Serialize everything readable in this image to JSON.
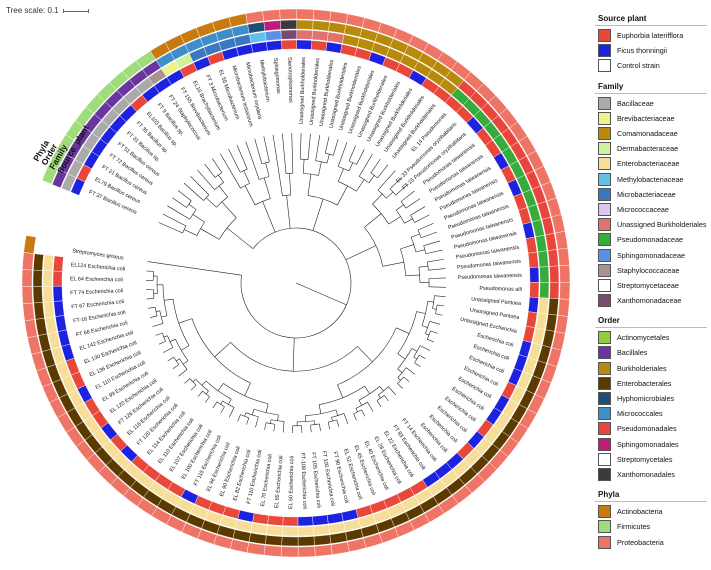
{
  "scale": {
    "label": "Tree scale: 0.1"
  },
  "ring_labels": {
    "phyla": "Phyla",
    "order": "Order",
    "family": "Family",
    "source": "Source_plant"
  },
  "legend": {
    "source_plant": {
      "title": "Source plant",
      "items": [
        {
          "label": "Euphorbia laterifflora",
          "color": "#e8473a"
        },
        {
          "label": "Ficus thonningii",
          "color": "#1d22e0"
        },
        {
          "label": "Control strain",
          "color": "#ffffff"
        }
      ]
    },
    "family": {
      "title": "Family",
      "items": [
        {
          "label": "Bacillaceae",
          "color": "#aaaaaa"
        },
        {
          "label": "Brevibacteriaceae",
          "color": "#eef28a"
        },
        {
          "label": "Comamonadaceae",
          "color": "#b88a0c"
        },
        {
          "label": "Dermabacteraceae",
          "color": "#cdf29a"
        },
        {
          "label": "Enterobacteriaceae",
          "color": "#f6dd98"
        },
        {
          "label": "Methylobacteriaceae",
          "color": "#62bfe8"
        },
        {
          "label": "Microbacteriaceae",
          "color": "#3a77c2"
        },
        {
          "label": "Micrococcaceae",
          "color": "#d8c8ef"
        },
        {
          "label": "Unassigned Burkholderiales",
          "color": "#e07272"
        },
        {
          "label": "Pseudomonadaceae",
          "color": "#37ac3c"
        },
        {
          "label": "Sphingomonadaceae",
          "color": "#5e8fe6"
        },
        {
          "label": "Staphylococcaceae",
          "color": "#a8948c"
        },
        {
          "label": "Streptomycetaceae",
          "color": "#ffffff"
        },
        {
          "label": "Xanthomonadaceae",
          "color": "#7a4a72"
        }
      ]
    },
    "order": {
      "title": "Order",
      "items": [
        {
          "label": "Actinomycetales",
          "color": "#8ccf3c"
        },
        {
          "label": "Bacillales",
          "color": "#6b35a0"
        },
        {
          "label": "Burkholderiales",
          "color": "#b88a0c"
        },
        {
          "label": "Enterobacterales",
          "color": "#5b3a00"
        },
        {
          "label": "Hyphomicrobiales",
          "color": "#1f4e79"
        },
        {
          "label": "Micrococcales",
          "color": "#3d8ec9"
        },
        {
          "label": "Pseudomonadales",
          "color": "#e8453c"
        },
        {
          "label": "Sphingomonadales",
          "color": "#c21a78"
        },
        {
          "label": "Streptomycetales",
          "color": "#ffffff"
        },
        {
          "label": "Xanthomonadales",
          "color": "#3a3a3a"
        }
      ]
    },
    "phyla": {
      "title": "Phyla",
      "items": [
        {
          "label": "Actinobacteria",
          "color": "#c87a10"
        },
        {
          "label": "Firmicutes",
          "color": "#a0dc7c"
        },
        {
          "label": "Proteobacteria",
          "color": "#ee7466"
        }
      ]
    }
  },
  "leaves": [
    {
      "label": "FT 37 Bacillus cereus",
      "src": "#1d22e0",
      "fam": "#aaaaaa",
      "ord": "#6b35a0",
      "phy": "#a0dc7c"
    },
    {
      "label": "EL79 Bacillus cereus",
      "src": "#e8473a",
      "fam": "#aaaaaa",
      "ord": "#6b35a0",
      "phy": "#a0dc7c"
    },
    {
      "label": "FT 21 Bacillus cereus",
      "src": "#1d22e0",
      "fam": "#aaaaaa",
      "ord": "#6b35a0",
      "phy": "#a0dc7c"
    },
    {
      "label": "FT 72 Bacillus cereus",
      "src": "#1d22e0",
      "fam": "#aaaaaa",
      "ord": "#6b35a0",
      "phy": "#a0dc7c"
    },
    {
      "label": "FT 51 Bacillus cereus",
      "src": "#1d22e0",
      "fam": "#aaaaaa",
      "ord": "#6b35a0",
      "phy": "#a0dc7c"
    },
    {
      "label": "FT 31 Bacillus sp.",
      "src": "#1d22e0",
      "fam": "#aaaaaa",
      "ord": "#6b35a0",
      "phy": "#a0dc7c"
    },
    {
      "label": "FT 35 Bacillus sp.",
      "src": "#1d22e0",
      "fam": "#aaaaaa",
      "ord": "#6b35a0",
      "phy": "#a0dc7c"
    },
    {
      "label": "EL103 Bacillus sp.",
      "src": "#e8473a",
      "fam": "#aaaaaa",
      "ord": "#6b35a0",
      "phy": "#a0dc7c"
    },
    {
      "label": "FT 9 Bacillus sp.",
      "src": "#1d22e0",
      "fam": "#aaaaaa",
      "ord": "#6b35a0",
      "phy": "#a0dc7c"
    },
    {
      "label": "FT 24 Staphylococcus",
      "src": "#1d22e0",
      "fam": "#a8948c",
      "ord": "#6b35a0",
      "phy": "#a0dc7c"
    },
    {
      "label": "FT 155 Brevibacterium",
      "src": "#1d22e0",
      "fam": "#eef28a",
      "ord": "#3d8ec9",
      "phy": "#c87a10"
    },
    {
      "label": "EL16 Brachybacterium",
      "src": "#e8473a",
      "fam": "#cdf29a",
      "ord": "#3d8ec9",
      "phy": "#c87a10"
    },
    {
      "label": "FT 3 Microbacterium",
      "src": "#1d22e0",
      "fam": "#3a77c2",
      "ord": "#3d8ec9",
      "phy": "#c87a10"
    },
    {
      "label": "EL 55 Microbacterium",
      "src": "#e8473a",
      "fam": "#3a77c2",
      "ord": "#3d8ec9",
      "phy": "#c87a10"
    },
    {
      "label": "Microbacterium testaceum",
      "src": "#1d22e0",
      "fam": "#3a77c2",
      "ord": "#3d8ec9",
      "phy": "#c87a10"
    },
    {
      "label": "Microbacterium oxydans",
      "src": "#1d22e0",
      "fam": "#3a77c2",
      "ord": "#3d8ec9",
      "phy": "#c87a10"
    },
    {
      "label": "Methylobacterium",
      "src": "#1d22e0",
      "fam": "#62bfe8",
      "ord": "#1f4e79",
      "phy": "#ee7466"
    },
    {
      "label": "Sphingomonas",
      "src": "#1d22e0",
      "fam": "#5e8fe6",
      "ord": "#c21a78",
      "phy": "#ee7466"
    },
    {
      "label": "Stenotrophomonas",
      "src": "#e8473a",
      "fam": "#7a4a72",
      "ord": "#3a3a3a",
      "phy": "#ee7466"
    },
    {
      "label": "Unassigned Burkholderiales",
      "src": "#1d22e0",
      "fam": "#e07272",
      "ord": "#b88a0c",
      "phy": "#ee7466"
    },
    {
      "label": "Unassigned Burkholderiales",
      "src": "#e8473a",
      "fam": "#e07272",
      "ord": "#b88a0c",
      "phy": "#ee7466"
    },
    {
      "label": "Unassigned Burkholderiales",
      "src": "#1d22e0",
      "fam": "#e07272",
      "ord": "#b88a0c",
      "phy": "#ee7466"
    },
    {
      "label": "Unassigned Burkholderiales",
      "src": "#e8473a",
      "fam": "#b88a0c",
      "ord": "#b88a0c",
      "phy": "#ee7466"
    },
    {
      "label": "Unassigned Burkholderiales",
      "src": "#e8473a",
      "fam": "#b88a0c",
      "ord": "#b88a0c",
      "phy": "#ee7466"
    },
    {
      "label": "Unassigned Burkholderiales",
      "src": "#1d22e0",
      "fam": "#b88a0c",
      "ord": "#b88a0c",
      "phy": "#ee7466"
    },
    {
      "label": "Unassigned Burkholderiales",
      "src": "#e8473a",
      "fam": "#b88a0c",
      "ord": "#b88a0c",
      "phy": "#ee7466"
    },
    {
      "label": "Unassigned Burkholderiales",
      "src": "#e8473a",
      "fam": "#b88a0c",
      "ord": "#b88a0c",
      "phy": "#ee7466"
    },
    {
      "label": "Unassigned Burkholderiales",
      "src": "#1d22e0",
      "fam": "#b88a0c",
      "ord": "#b88a0c",
      "phy": "#ee7466"
    },
    {
      "label": "Unassigned Burkholderiales",
      "src": "#e8473a",
      "fam": "#b88a0c",
      "ord": "#b88a0c",
      "phy": "#ee7466"
    },
    {
      "label": "Unassigned Burkholderiales",
      "src": "#e8473a",
      "fam": "#b88a0c",
      "ord": "#b88a0c",
      "phy": "#ee7466"
    },
    {
      "label": "EL 14 Pseudomonas",
      "src": "#e8473a",
      "fam": "#37ac3c",
      "ord": "#e8453c",
      "phy": "#ee7466"
    },
    {
      "label": "EL 33 Pseudomonas oryzihabitans",
      "src": "#e8473a",
      "fam": "#37ac3c",
      "ord": "#e8453c",
      "phy": "#ee7466"
    },
    {
      "label": "FT 15 Pseudomonas oryzihabitans",
      "src": "#1d22e0",
      "fam": "#37ac3c",
      "ord": "#e8453c",
      "phy": "#ee7466"
    },
    {
      "label": "Pseudomonas taiwanensis",
      "src": "#e8473a",
      "fam": "#37ac3c",
      "ord": "#e8453c",
      "phy": "#ee7466"
    },
    {
      "label": "Pseudomonas taiwanensis",
      "src": "#e8473a",
      "fam": "#37ac3c",
      "ord": "#e8453c",
      "phy": "#ee7466"
    },
    {
      "label": "Pseudomonas taiwanensis",
      "src": "#1d22e0",
      "fam": "#37ac3c",
      "ord": "#e8453c",
      "phy": "#ee7466"
    },
    {
      "label": "Pseudomonas taiwanensis",
      "src": "#e8473a",
      "fam": "#37ac3c",
      "ord": "#e8453c",
      "phy": "#ee7466"
    },
    {
      "label": "Pseudomonas taiwanensis",
      "src": "#1d22e0",
      "fam": "#37ac3c",
      "ord": "#e8453c",
      "phy": "#ee7466"
    },
    {
      "label": "Pseudomonas taiwanensis",
      "src": "#e8473a",
      "fam": "#37ac3c",
      "ord": "#e8453c",
      "phy": "#ee7466"
    },
    {
      "label": "Pseudomonas taiwanensis",
      "src": "#e8473a",
      "fam": "#37ac3c",
      "ord": "#e8453c",
      "phy": "#ee7466"
    },
    {
      "label": "Pseudomonas taiwanensis",
      "src": "#1d22e0",
      "fam": "#37ac3c",
      "ord": "#e8453c",
      "phy": "#ee7466"
    },
    {
      "label": "Pseudomonas taiwanensis",
      "src": "#e8473a",
      "fam": "#37ac3c",
      "ord": "#e8453c",
      "phy": "#ee7466"
    },
    {
      "label": "Pseudomonas taiwanensis",
      "src": "#e8473a",
      "fam": "#37ac3c",
      "ord": "#e8453c",
      "phy": "#ee7466"
    },
    {
      "label": "Pseudomonas taiwanensis",
      "src": "#1d22e0",
      "fam": "#37ac3c",
      "ord": "#e8453c",
      "phy": "#ee7466"
    },
    {
      "label": "Pseudomonas alli",
      "src": "#e8473a",
      "fam": "#37ac3c",
      "ord": "#e8453c",
      "phy": "#ee7466"
    },
    {
      "label": "Unassigned Pantoea",
      "src": "#1d22e0",
      "fam": "#f6dd98",
      "ord": "#5b3a00",
      "phy": "#ee7466"
    },
    {
      "label": "Unassigned Pantoea",
      "src": "#e8473a",
      "fam": "#f6dd98",
      "ord": "#5b3a00",
      "phy": "#ee7466"
    },
    {
      "label": "Unassigned Escherichia",
      "src": "#e8473a",
      "fam": "#f6dd98",
      "ord": "#5b3a00",
      "phy": "#ee7466"
    },
    {
      "label": "Escherichia coli",
      "src": "#1d22e0",
      "fam": "#f6dd98",
      "ord": "#5b3a00",
      "phy": "#ee7466"
    },
    {
      "label": "Escherichia coli",
      "src": "#1d22e0",
      "fam": "#f6dd98",
      "ord": "#5b3a00",
      "phy": "#ee7466"
    },
    {
      "label": "Escherichia coli",
      "src": "#1d22e0",
      "fam": "#f6dd98",
      "ord": "#5b3a00",
      "phy": "#ee7466"
    },
    {
      "label": "Escherichia coli",
      "src": "#e8473a",
      "fam": "#f6dd98",
      "ord": "#5b3a00",
      "phy": "#ee7466"
    },
    {
      "label": "Escherichia coli",
      "src": "#1d22e0",
      "fam": "#f6dd98",
      "ord": "#5b3a00",
      "phy": "#ee7466"
    },
    {
      "label": "Escherichia coli",
      "src": "#1d22e0",
      "fam": "#f6dd98",
      "ord": "#5b3a00",
      "phy": "#ee7466"
    },
    {
      "label": "Escherichia coli",
      "src": "#e8473a",
      "fam": "#f6dd98",
      "ord": "#5b3a00",
      "phy": "#ee7466"
    },
    {
      "label": "Escherichia coli",
      "src": "#1d22e0",
      "fam": "#f6dd98",
      "ord": "#5b3a00",
      "phy": "#ee7466"
    },
    {
      "label": "Escherichia coli",
      "src": "#e8473a",
      "fam": "#f6dd98",
      "ord": "#5b3a00",
      "phy": "#ee7466"
    },
    {
      "label": "Escherichia coli",
      "src": "#1d22e0",
      "fam": "#f6dd98",
      "ord": "#5b3a00",
      "phy": "#ee7466"
    },
    {
      "label": "FT 14 Escherichia coli",
      "src": "#1d22e0",
      "fam": "#f6dd98",
      "ord": "#5b3a00",
      "phy": "#ee7466"
    },
    {
      "label": "FT 83 Escherichia coli",
      "src": "#1d22e0",
      "fam": "#f6dd98",
      "ord": "#5b3a00",
      "phy": "#ee7466"
    },
    {
      "label": "EL 22 Escherichia coli",
      "src": "#e8473a",
      "fam": "#f6dd98",
      "ord": "#5b3a00",
      "phy": "#ee7466"
    },
    {
      "label": "EL 28 Escherichia coli",
      "src": "#e8473a",
      "fam": "#f6dd98",
      "ord": "#5b3a00",
      "phy": "#ee7466"
    },
    {
      "label": "EL 40 Escherichia coli",
      "src": "#e8473a",
      "fam": "#f6dd98",
      "ord": "#5b3a00",
      "phy": "#ee7466"
    },
    {
      "label": "EL 45 Escherichia coli",
      "src": "#e8473a",
      "fam": "#f6dd98",
      "ord": "#5b3a00",
      "phy": "#ee7466"
    },
    {
      "label": "EL 52 Escherichia coli",
      "src": "#e8473a",
      "fam": "#f6dd98",
      "ord": "#5b3a00",
      "phy": "#ee7466"
    },
    {
      "label": "FT 90 Escherichia coli",
      "src": "#1d22e0",
      "fam": "#f6dd98",
      "ord": "#5b3a00",
      "phy": "#ee7466"
    },
    {
      "label": "FT 100 Escherichia coli",
      "src": "#1d22e0",
      "fam": "#f6dd98",
      "ord": "#5b3a00",
      "phy": "#ee7466"
    },
    {
      "label": "FT 105 Escherichia coli",
      "src": "#1d22e0",
      "fam": "#f6dd98",
      "ord": "#5b3a00",
      "phy": "#ee7466"
    },
    {
      "label": "FT-108 Escherichia coli",
      "src": "#1d22e0",
      "fam": "#f6dd98",
      "ord": "#5b3a00",
      "phy": "#ee7466"
    },
    {
      "label": "EL 60 Escherichia coli",
      "src": "#e8473a",
      "fam": "#f6dd98",
      "ord": "#5b3a00",
      "phy": "#ee7466"
    },
    {
      "label": "EL 65 Escherichia coli",
      "src": "#e8473a",
      "fam": "#f6dd98",
      "ord": "#5b3a00",
      "phy": "#ee7466"
    },
    {
      "label": "EL 70 Escherichia coli",
      "src": "#e8473a",
      "fam": "#f6dd98",
      "ord": "#5b3a00",
      "phy": "#ee7466"
    },
    {
      "label": "FT 110 Escherichia coli",
      "src": "#1d22e0",
      "fam": "#f6dd98",
      "ord": "#5b3a00",
      "phy": "#ee7466"
    },
    {
      "label": "EL 82 Escherichia coli",
      "src": "#e8473a",
      "fam": "#f6dd98",
      "ord": "#5b3a00",
      "phy": "#ee7466"
    },
    {
      "label": "EL 90 Escherichia coli",
      "src": "#e8473a",
      "fam": "#f6dd98",
      "ord": "#5b3a00",
      "phy": "#ee7466"
    },
    {
      "label": "EL 96 Escherichia coli",
      "src": "#e8473a",
      "fam": "#f6dd98",
      "ord": "#5b3a00",
      "phy": "#ee7466"
    },
    {
      "label": "FT 115 Escherichia coli",
      "src": "#1d22e0",
      "fam": "#f6dd98",
      "ord": "#5b3a00",
      "phy": "#ee7466"
    },
    {
      "label": "EL 100 Escherichia coli",
      "src": "#e8473a",
      "fam": "#f6dd98",
      "ord": "#5b3a00",
      "phy": "#ee7466"
    },
    {
      "label": "EL 107 Escherichia coli",
      "src": "#e8473a",
      "fam": "#f6dd98",
      "ord": "#5b3a00",
      "phy": "#ee7466"
    },
    {
      "label": "EL 110 Escherichia coli",
      "src": "#e8473a",
      "fam": "#f6dd98",
      "ord": "#5b3a00",
      "phy": "#ee7466"
    },
    {
      "label": "EL 114 Escherichia coli",
      "src": "#e8473a",
      "fam": "#f6dd98",
      "ord": "#5b3a00",
      "phy": "#ee7466"
    },
    {
      "label": "FT 120 Escherichia coli",
      "src": "#1d22e0",
      "fam": "#f6dd98",
      "ord": "#5b3a00",
      "phy": "#ee7466"
    },
    {
      "label": "EL 118 Escherichia coli",
      "src": "#e8473a",
      "fam": "#f6dd98",
      "ord": "#5b3a00",
      "phy": "#ee7466"
    },
    {
      "label": "FT 126 Escherichia coli",
      "src": "#1d22e0",
      "fam": "#f6dd98",
      "ord": "#5b3a00",
      "phy": "#ee7466"
    },
    {
      "label": "EL 120 Escherichia coli",
      "src": "#e8473a",
      "fam": "#f6dd98",
      "ord": "#5b3a00",
      "phy": "#ee7466"
    },
    {
      "label": "EL 99 Escherichia coli",
      "src": "#e8473a",
      "fam": "#f6dd98",
      "ord": "#5b3a00",
      "phy": "#ee7466"
    },
    {
      "label": "EL 110 Escherichia coli",
      "src": "#1d22e0",
      "fam": "#f6dd98",
      "ord": "#5b3a00",
      "phy": "#ee7466"
    },
    {
      "label": "EL 136 Escherichia coli",
      "src": "#e8473a",
      "fam": "#f6dd98",
      "ord": "#5b3a00",
      "phy": "#ee7466"
    },
    {
      "label": "EL 130 Escherichia coli",
      "src": "#e8473a",
      "fam": "#f6dd98",
      "ord": "#5b3a00",
      "phy": "#ee7466"
    },
    {
      "label": "EL 142 Escherichia coli",
      "src": "#1d22e0",
      "fam": "#f6dd98",
      "ord": "#5b3a00",
      "phy": "#ee7466"
    },
    {
      "label": "FT 66 Escherichia coli",
      "src": "#1d22e0",
      "fam": "#f6dd98",
      "ord": "#5b3a00",
      "phy": "#ee7466"
    },
    {
      "label": "FT-16 Escherichia coli",
      "src": "#1d22e0",
      "fam": "#f6dd98",
      "ord": "#5b3a00",
      "phy": "#ee7466"
    },
    {
      "label": "FT 67 Escherichia coli",
      "src": "#1d22e0",
      "fam": "#f6dd98",
      "ord": "#5b3a00",
      "phy": "#ee7466"
    },
    {
      "label": "FT 74 Escherichia coli",
      "src": "#1d22e0",
      "fam": "#f6dd98",
      "ord": "#5b3a00",
      "phy": "#ee7466"
    },
    {
      "label": "EL 64 Escherichia coli",
      "src": "#e8473a",
      "fam": "#f6dd98",
      "ord": "#5b3a00",
      "phy": "#ee7466"
    },
    {
      "label": "EL124 Escherichia coli",
      "src": "#e8473a",
      "fam": "#f6dd98",
      "ord": "#5b3a00",
      "phy": "#ee7466"
    },
    {
      "label": "Streptomyces griseus",
      "src": "#ffffff",
      "fam": "#ffffff",
      "ord": "#ffffff",
      "phy": "#c87a10"
    }
  ]
}
